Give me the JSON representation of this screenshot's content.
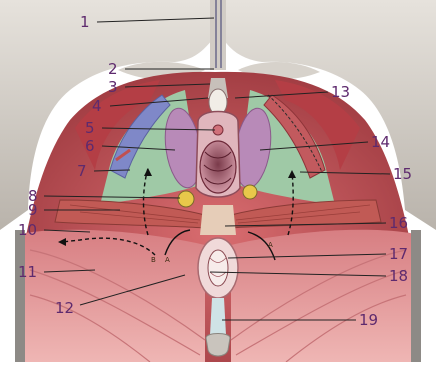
{
  "labels": {
    "l1": "1",
    "l2": "2",
    "l3": "3",
    "l4": "4",
    "l5": "5",
    "l6": "6",
    "l7": "7",
    "l8": "8",
    "l9": "9",
    "l10": "10",
    "l11": "11",
    "l12": "12",
    "l13": "13",
    "l14": "14",
    "l15": "15",
    "l16": "16",
    "l17": "17",
    "l18": "18",
    "l19": "19"
  },
  "arrow_marks": {
    "a_left": "A",
    "b_left": "B",
    "a_right": "A"
  },
  "colors": {
    "label_text": "#5e2a6e",
    "leader_line": "#222222",
    "bone": "#c9c4bd",
    "muscle_dark": "#b8454a",
    "muscle_light": "#e39a98",
    "fascia_green": "#9fc9a6",
    "gland_purple": "#b88ab8",
    "crus_blue": "#7f88c8",
    "fat_yellow": "#e8c84a"
  }
}
